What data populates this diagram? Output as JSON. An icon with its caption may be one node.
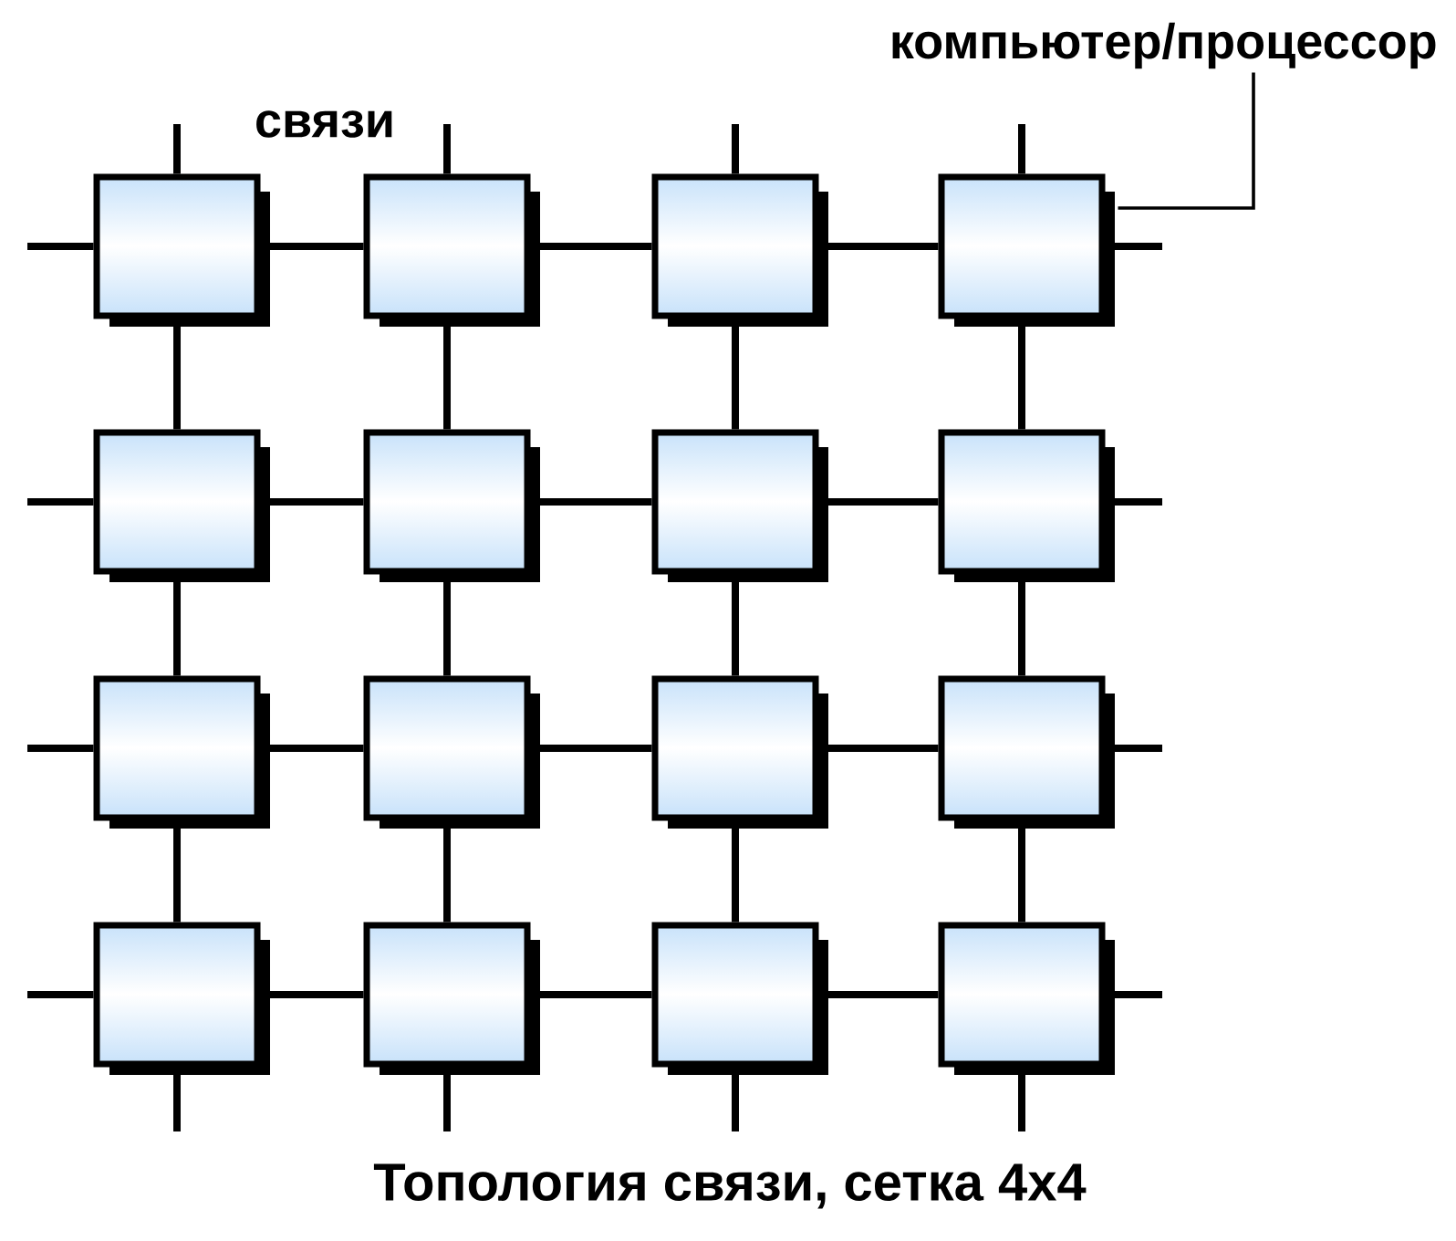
{
  "diagram": {
    "caption": "Топология связи, сетка 4x4",
    "nodes": [
      {
        "text": [
          "компьютер/процессор"
        ]
      },
      {
        "text": [],
        "shape": "box"
      },
      {
        "text": [],
        "shape": "box"
      },
      {
        "text": [],
        "shape": "box"
      },
      {
        "text": [],
        "shape": "box"
      },
      {
        "text": [],
        "shape": "box"
      },
      {
        "text": [],
        "shape": "box"
      },
      {
        "text": [],
        "shape": "box"
      },
      {
        "text": [],
        "shape": "box"
      },
      {
        "text": [],
        "shape": "box"
      },
      {
        "text": [],
        "shape": "box"
      },
      {
        "text": [],
        "shape": "box"
      },
      {
        "text": [],
        "shape": "box"
      },
      {
        "text": [],
        "shape": "box"
      },
      {
        "text": [],
        "shape": "box"
      },
      {
        "text": [],
        "shape": "box"
      },
      {
        "text": [],
        "shape": "box"
      }
    ],
    "edges": [
      {
        "from": 1,
        "to": 2,
        "arrow": "none"
      },
      {
        "from": 2,
        "to": 3,
        "arrow": "none"
      },
      {
        "from": 3,
        "to": 4,
        "arrow": "none"
      },
      {
        "from": 5,
        "to": 6,
        "arrow": "none"
      },
      {
        "from": 6,
        "to": 7,
        "arrow": "none"
      },
      {
        "from": 7,
        "to": 8,
        "arrow": "none"
      },
      {
        "from": 9,
        "to": 10,
        "arrow": "none"
      },
      {
        "from": 10,
        "to": 11,
        "arrow": "none"
      },
      {
        "from": 11,
        "to": 12,
        "arrow": "none"
      },
      {
        "from": 13,
        "to": 14,
        "arrow": "none"
      },
      {
        "from": 14,
        "to": 15,
        "arrow": "none"
      },
      {
        "from": 15,
        "to": 16,
        "arrow": "none"
      },
      {
        "from": 1,
        "to": 5,
        "arrow": "none"
      },
      {
        "from": 2,
        "to": 6,
        "arrow": "none"
      },
      {
        "from": 3,
        "to": 7,
        "arrow": "none"
      },
      {
        "from": 4,
        "to": 8,
        "arrow": "none"
      },
      {
        "from": 5,
        "to": 9,
        "arrow": "none"
      },
      {
        "from": 6,
        "to": 10,
        "arrow": "none"
      },
      {
        "from": 7,
        "to": 11,
        "arrow": "none"
      },
      {
        "from": 8,
        "to": 12,
        "arrow": "none"
      },
      {
        "from": 9,
        "to": 13,
        "arrow": "none"
      },
      {
        "from": 10,
        "to": 14,
        "arrow": "none"
      },
      {
        "from": 11,
        "to": 15,
        "arrow": "none"
      },
      {
        "from": 12,
        "to": 16,
        "arrow": "none"
      },
      {
        "from": null,
        "to": 1,
        "arrow": "none"
      },
      {
        "from": null,
        "to": 5,
        "arrow": "none"
      },
      {
        "from": null,
        "to": 9,
        "arrow": "none"
      },
      {
        "from": null,
        "to": 13,
        "arrow": "none"
      },
      {
        "from": null,
        "to": 4,
        "arrow": "none"
      },
      {
        "from": null,
        "to": 8,
        "arrow": "none"
      },
      {
        "from": null,
        "to": 12,
        "arrow": "none"
      },
      {
        "from": null,
        "to": 16,
        "arrow": "none"
      },
      {
        "from": null,
        "to": 1,
        "arrow": "none"
      },
      {
        "from": null,
        "to": 2,
        "arrow": "none"
      },
      {
        "from": null,
        "to": 3,
        "arrow": "none"
      },
      {
        "from": null,
        "to": 4,
        "arrow": "none"
      },
      {
        "from": null,
        "to": 13,
        "arrow": "none"
      },
      {
        "from": null,
        "to": 14,
        "arrow": "none"
      },
      {
        "from": null,
        "to": 15,
        "arrow": "none"
      },
      {
        "from": null,
        "to": 16,
        "arrow": "none"
      },
      {
        "from": 0,
        "to": 4,
        "arrow": "none"
      }
    ],
    "labels": [
      "связи"
    ]
  }
}
